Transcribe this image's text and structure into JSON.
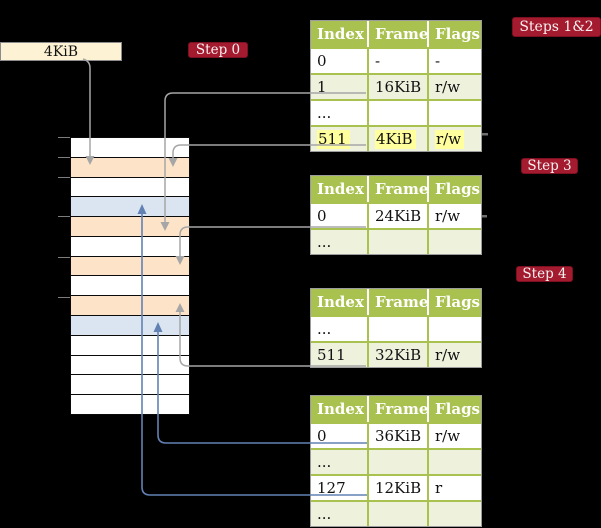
{
  "palette": {
    "bg": "#000000",
    "accent-red": "#a41b2f",
    "accent-red-border": "#7c1021",
    "table-green": "#a9c14f",
    "table-green-light": "#eef2dd",
    "table-border-gray": "#9c9c9c",
    "cream": "#fdf3d4",
    "peach": "#fde4c8",
    "frame-blue": "#dbe5f2",
    "line-gray": "#a6a6a6",
    "line-blue": "#6282b4",
    "highlight-yellow": "#ffff9d"
  },
  "labels": {
    "frame_box": "4KiB",
    "step0": "Step 0",
    "steps12": "Steps 1&2",
    "step3": "Step 3",
    "step4": "Step 4"
  },
  "tables": [
    {
      "title": "page-table-for-steps-1-2",
      "headers": [
        "Index",
        "Frame",
        "Flags"
      ],
      "rows": [
        {
          "cells": [
            "0",
            "-",
            "-"
          ]
        },
        {
          "cells": [
            "1",
            "16KiB",
            "r/w"
          ]
        },
        {
          "cells": [
            "...",
            "",
            ""
          ]
        },
        {
          "cells": [
            "511",
            "4KiB",
            "r/w"
          ],
          "highlighted": true
        }
      ]
    },
    {
      "title": "page-table-for-step-3",
      "headers": [
        "Index",
        "Frame",
        "Flags"
      ],
      "rows": [
        {
          "cells": [
            "0",
            "24KiB",
            "r/w"
          ]
        },
        {
          "cells": [
            "...",
            "",
            ""
          ]
        }
      ]
    },
    {
      "title": "page-table-for-step-4",
      "headers": [
        "Index",
        "Frame",
        "Flags"
      ],
      "rows": [
        {
          "cells": [
            "...",
            "",
            ""
          ]
        },
        {
          "cells": [
            "511",
            "32KiB",
            "r/w"
          ]
        }
      ]
    },
    {
      "title": "final-level-page-table",
      "headers": [
        "Index",
        "Frame",
        "Flags"
      ],
      "rows": [
        {
          "cells": [
            "0",
            "36KiB",
            "r/w"
          ]
        },
        {
          "cells": [
            "...",
            "",
            ""
          ]
        },
        {
          "cells": [
            "127",
            "12KiB",
            "r"
          ]
        },
        {
          "cells": [
            "...",
            "",
            ""
          ]
        }
      ]
    }
  ],
  "memory_column": {
    "rows": [
      "white",
      "peach",
      "white",
      "blue",
      "peach",
      "white",
      "peach",
      "white",
      "peach",
      "blue",
      "white",
      "white",
      "white",
      "white"
    ],
    "ticks_y": [
      137,
      157,
      177,
      216,
      257,
      297
    ]
  }
}
